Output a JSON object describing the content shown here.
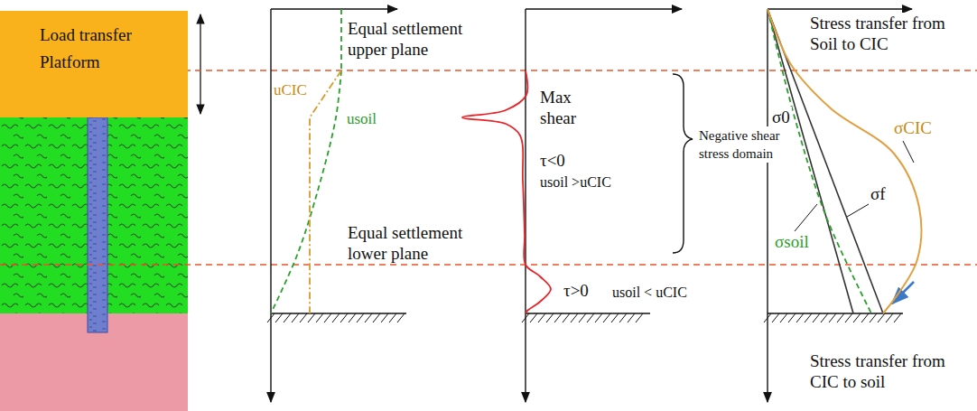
{
  "diagram": {
    "nodes": [
      {
        "text": [
          "Load transfer Platform"
        ]
      }
    ],
    "labels": [
      "Equal settlement upper plane",
      "uCIC",
      "usoil",
      "Equal settlement lower plane",
      "Max shear",
      "τ<0",
      "usoil >uCIC",
      "Negative shear stress domain",
      "τ>0",
      "usoil < uCIC",
      "Stress transfer from Soil to CIC",
      "σ0",
      "σCIC",
      "σf",
      "σsoil",
      "Stress transfer from CIC to soil"
    ]
  }
}
